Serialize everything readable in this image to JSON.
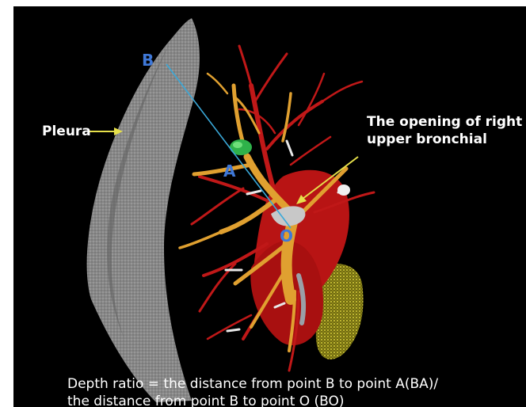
{
  "labels": {
    "B": "B",
    "A": "A",
    "O": "O",
    "pleura": "Pleura",
    "opening_line1": "The opening of right",
    "opening_line2": "upper bronchial"
  },
  "caption": {
    "line1": "Depth ratio = the distance from point B to point A(BA)/",
    "line2": "the distance from point B to point O (BO)"
  },
  "colors": {
    "background": "#000000",
    "point_label": "#3f78d8",
    "depth_line": "#3aa8d8",
    "arrow": "#e6e04a",
    "pleura": "#9a9a9a",
    "vessels": "#c01818",
    "bronchi": "#e0a030",
    "nodule": "#2fb24a",
    "tissue": "#c8b830"
  }
}
